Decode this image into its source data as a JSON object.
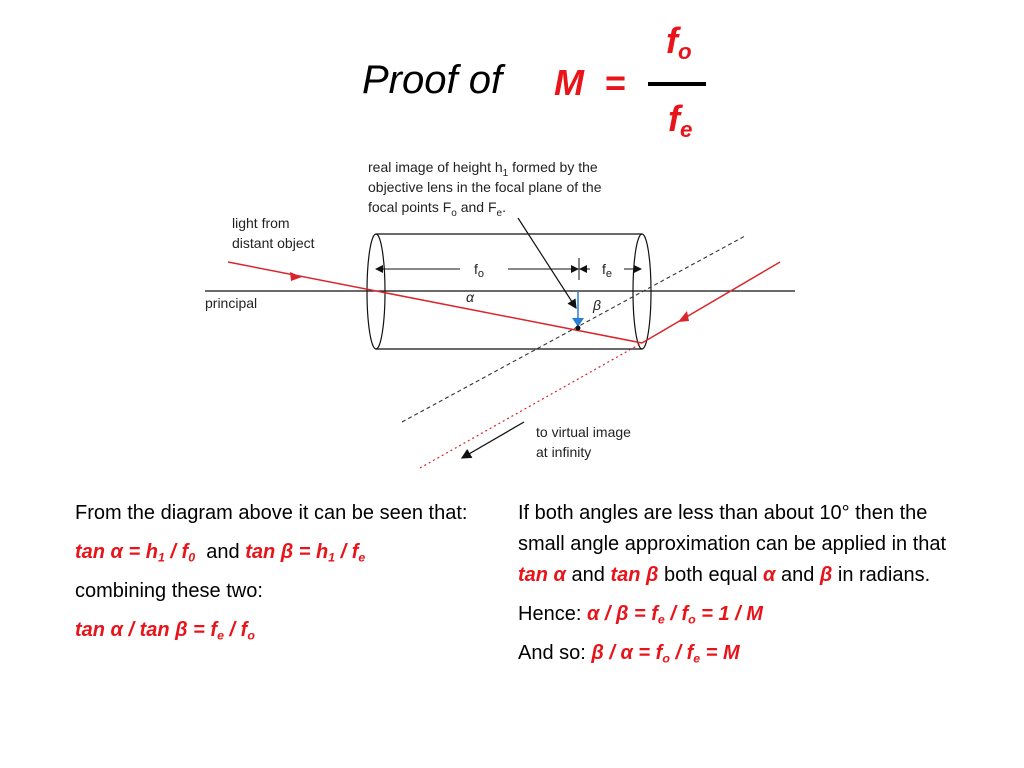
{
  "title": {
    "proof_of": "Proof of",
    "m": "M",
    "equals": "=",
    "numerator": "f",
    "numerator_sub": "o",
    "denominator": "f",
    "denominator_sub": "e"
  },
  "diagram": {
    "caption_line1": "real image of height h",
    "caption_line1_sub": "1",
    "caption_line1_end": " formed by the",
    "caption_line2": "objective lens in the focal plane of the",
    "caption_line3": "focal points F",
    "caption_line3_sub1": "o",
    "caption_line3_mid": " and F",
    "caption_line3_sub2": "e",
    "caption_line3_end": ".",
    "light_label_1": "light from",
    "light_label_2": "distant object",
    "principal_label": "principal",
    "fo_label": "f",
    "fo_sub": "o",
    "fe_label": "f",
    "fe_sub": "e",
    "alpha_label": "α",
    "beta_label": "β",
    "virtual_label_1": "to virtual image",
    "virtual_label_2": "at infinity"
  },
  "left": {
    "p1": "From the diagram above it can be seen that:",
    "tan_a": "tan α = h",
    "tan_a_sub1": "1",
    "tan_a_mid": " / f",
    "tan_a_sub2": "0",
    "and": "and",
    "tan_b": "tan β = h",
    "tan_b_sub1": "1",
    "tan_b_mid": " / f",
    "tan_b_sub2": "e",
    "p3": "combining these two:",
    "combined": "tan α  / tan β = f",
    "combined_sub1": "e",
    "combined_mid": " / f",
    "combined_sub2": "o"
  },
  "right": {
    "p1_start": "If both angles are less than about 10° then the small angle approximation can be applied in that",
    "tan_a": "tan α",
    "and1": "and",
    "tan_b": "tan β",
    "both_equal": "both equal",
    "alpha": "α",
    "and2": "and",
    "beta": "β",
    "in_radians": "in radians.",
    "hence_label": "Hence:",
    "hence_expr_a": "α  / β = f",
    "hence_sub1": "e",
    "hence_mid": " / f",
    "hence_sub2": "o",
    "hence_end": " = 1 / M",
    "andso_label": "And so:",
    "andso_expr_a": "β / α = f",
    "andso_sub1": "o",
    "andso_mid": " / f",
    "andso_sub2": "e",
    "andso_end": " = M"
  },
  "colors": {
    "accent": "#e8141a",
    "ray": "#d9252b",
    "image_arrow": "#2a7fd4"
  }
}
